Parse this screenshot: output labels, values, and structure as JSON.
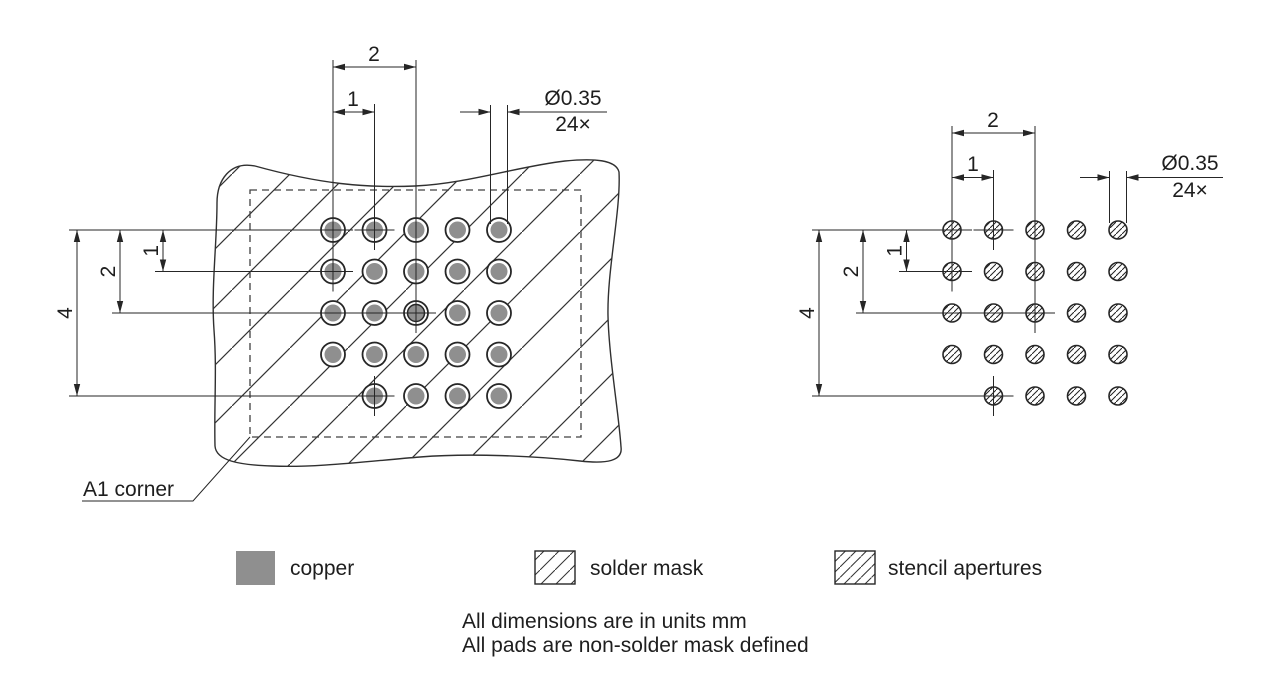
{
  "dims": {
    "pitch_two": "2",
    "pitch_one": "1",
    "span_four": "4",
    "diameter": "Ø0.35",
    "count": "24×"
  },
  "labels": {
    "a1_corner": "A1 corner"
  },
  "legend": {
    "copper": "copper",
    "solder_mask": "solder mask",
    "stencil_apertures": "stencil apertures"
  },
  "notes": [
    "All dimensions are in units mm",
    "All pads are non-solder mask defined"
  ],
  "colors": {
    "copper": "#8f8f8f",
    "line": "#262626"
  },
  "grid": {
    "rows": 5,
    "cols": 5,
    "pitch": 41.5,
    "pad_r": 8.5,
    "opening_r": 12,
    "left_origin": [
      333,
      230
    ],
    "right_origin": [
      952,
      230
    ],
    "missing": [
      [
        5,
        1
      ]
    ],
    "crosshair_pads": [
      [
        1,
        1
      ],
      [
        1,
        2
      ],
      [
        2,
        1
      ],
      [
        3,
        3
      ],
      [
        5,
        2
      ]
    ],
    "pad_count": 24
  }
}
